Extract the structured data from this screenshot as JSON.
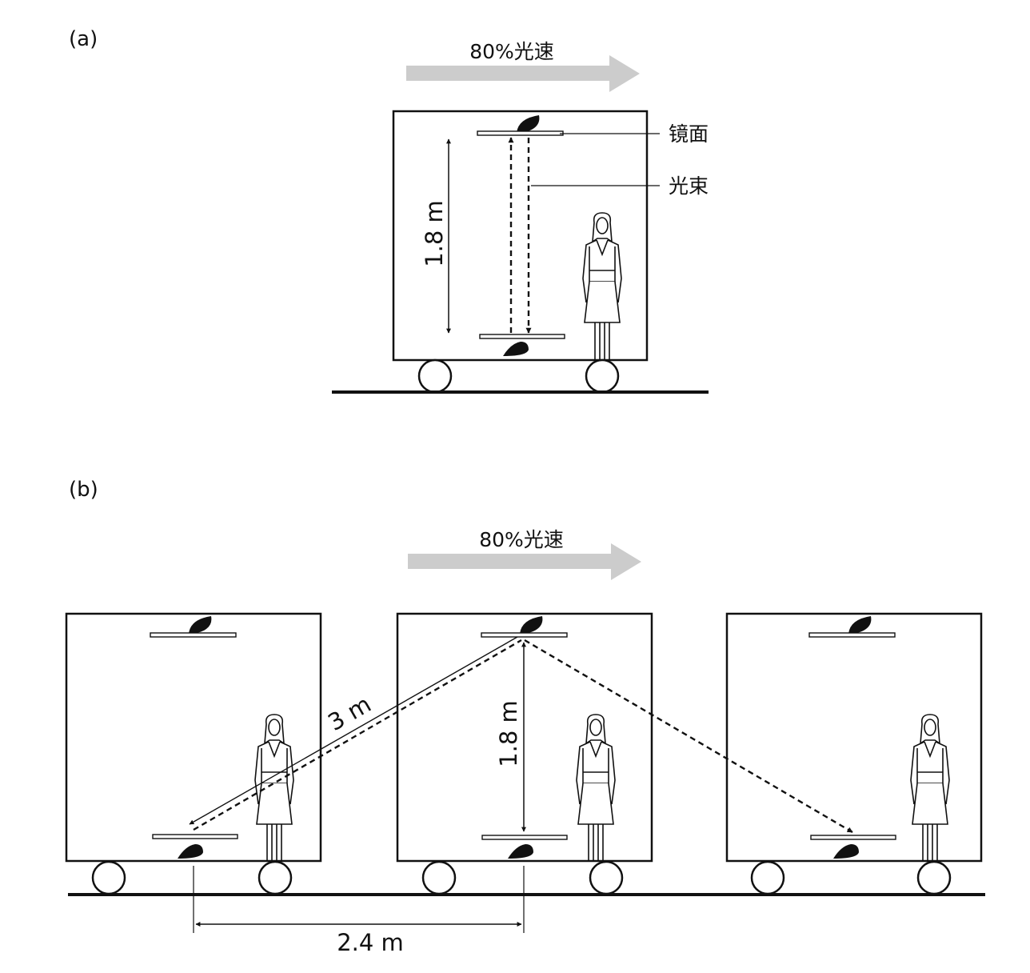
{
  "panel_a": {
    "label": "(a)",
    "speed_label": "80%光速",
    "mirror_label": "镜面",
    "beam_label": "光束",
    "height_label": "1.8 m"
  },
  "panel_b": {
    "label": "(b)",
    "speed_label": "80%光速",
    "hyp_label": "3 m",
    "height_label": "1.8 m",
    "dist_label": "2.4 m"
  },
  "colors": {
    "arrow": "#cccccc",
    "ink": "#111111"
  }
}
